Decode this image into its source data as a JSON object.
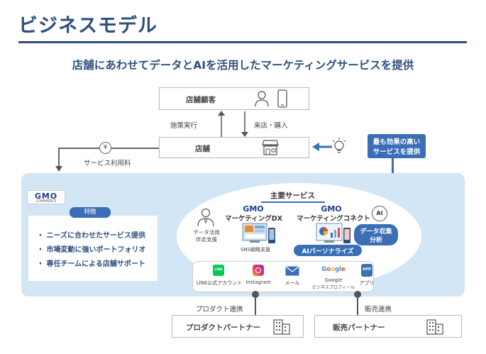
{
  "title": "ビジネスモデル",
  "subtitle": "店舗にあわせてデータとAIを活用したマーケティングサービスを提供",
  "customer_box": {
    "label": "店舗顧客"
  },
  "store_box": {
    "label": "店舗"
  },
  "arrows": {
    "measures": "施策実行",
    "visit": "来店・購入",
    "service_fee": "サービス利用料",
    "product_link": "プロダクト連携",
    "sales_link": "販売連携"
  },
  "best_service": {
    "line1": "最も効果の高い",
    "line2": "サービスを提供"
  },
  "company_logo": {
    "main": "GMO",
    "sub": "COMMERCE"
  },
  "features": {
    "tag": "特徴",
    "items": [
      "・ ニーズに合わせたサービス提供",
      "・ 市場変動に強いポートフォリオ",
      "・ 専任チームによる店舗サポート"
    ]
  },
  "main_services": {
    "title": "主要サービス",
    "support": {
      "line1": "データ活用",
      "line2": "伴走支援"
    },
    "dx": {
      "brand": "GMO",
      "name": "マーケティングDX",
      "caption": "SNS戦略支援"
    },
    "connect": {
      "brand": "GMO",
      "name": "マーケティングコネクト"
    },
    "ai_icon": "AI",
    "data_collection": {
      "line1": "データ収集",
      "line2": "分析"
    },
    "ai_personalize": "AIパーソナライズ"
  },
  "channels": [
    {
      "label": "LINE公式アカウント",
      "icon": "line-icon",
      "glyph": "LINE"
    },
    {
      "label": "Instagram",
      "icon": "instagram-icon"
    },
    {
      "label": "メール",
      "icon": "mail-icon"
    },
    {
      "label": "Google",
      "sublabel": "ビジネスプロフィール",
      "icon": "google-icon"
    },
    {
      "label": "アプリ",
      "icon": "app-icon",
      "glyph": "APP"
    }
  ],
  "partners": {
    "product": "プロダクトパートナー",
    "sales": "販売パートナー"
  },
  "colors": {
    "navy": "#2e4e7e",
    "accent_blue": "#3a6eb5",
    "panel_blue": "#d3e6f6"
  }
}
